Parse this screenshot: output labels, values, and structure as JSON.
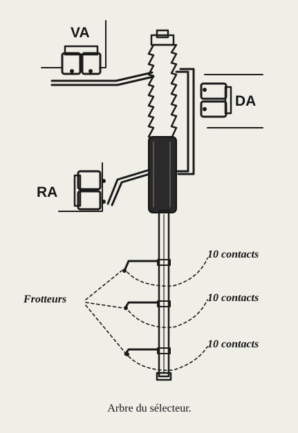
{
  "labels": {
    "va": "VA",
    "da": "DA",
    "ra": "RA",
    "frotteurs": "Frotteurs",
    "contacts": [
      "10 contacts",
      "10 contacts",
      "10 contacts"
    ]
  },
  "caption": "Arbre du sélecteur."
}
